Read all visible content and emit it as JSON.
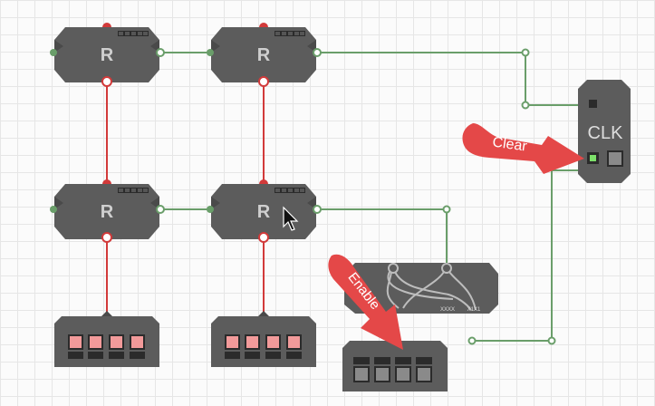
{
  "registers": [
    {
      "label": "R"
    },
    {
      "label": "R"
    },
    {
      "label": "R"
    },
    {
      "label": "R"
    }
  ],
  "clock": {
    "label": "CLK"
  },
  "callouts": {
    "clear": "Clear",
    "enable": "Enable"
  },
  "multiplexer": {
    "label_left": "XXXX",
    "label_right": "X1X1"
  },
  "colors": {
    "wire_green": "#6a9e6a",
    "wire_red": "#d23a3a",
    "wire_grey": "#bdbdbd",
    "component": "#5c5c5c",
    "callout": "#e44848",
    "led_on": "#f29a9a",
    "led_green": "#7de06a"
  }
}
